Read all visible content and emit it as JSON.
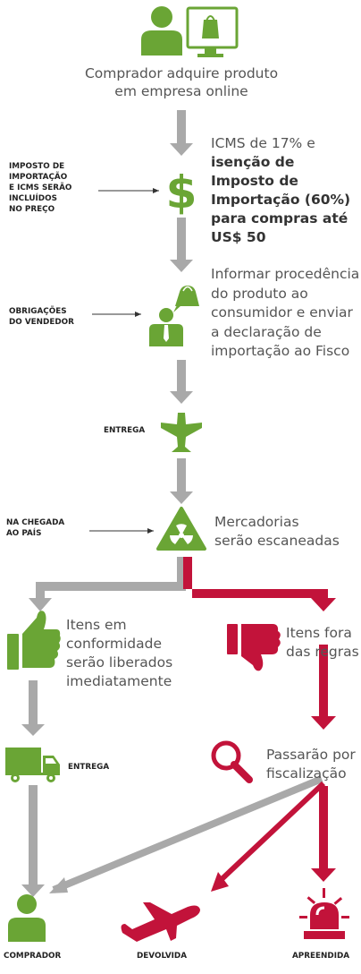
{
  "colors": {
    "green": "#6aa535",
    "red": "#c2133a",
    "gray": "#a9a9a9",
    "arrow_dark": "#333333"
  },
  "steps": {
    "start": {
      "lines": [
        "Comprador adquire produto",
        "em empresa online"
      ]
    },
    "icms": {
      "line1": "ICMS de 17% e",
      "bold_lines": [
        "isenção de",
        "Imposto de",
        "Importação (60%)",
        "para compras até",
        "US$ 50"
      ]
    },
    "seller": {
      "lines": [
        "Informar procedência",
        "do produto ao",
        "consumidor e enviar",
        "a declaração de",
        "importação ao Fisco"
      ]
    },
    "arrival": {
      "lines": [
        "Mercadorias",
        "serão escaneadas"
      ]
    },
    "ok_items": {
      "lines": [
        "Itens em",
        "conformidade",
        "serão liberados",
        "imediatamente"
      ]
    },
    "bad_items": {
      "lines": [
        "Itens fora",
        "das regras"
      ]
    },
    "inspection": {
      "lines": [
        "Passarão por",
        "fiscalização"
      ]
    }
  },
  "side_labels": {
    "tax": [
      "IMPOSTO DE",
      "IMPORTAÇÃO",
      "E ICMS SERÃO",
      "INCLUÍDOS",
      "NO PREÇO"
    ],
    "seller": [
      "OBRIGAÇÕES",
      "DO VENDEDOR"
    ],
    "delivery": "ENTREGA",
    "arrival": [
      "NA CHEGADA",
      "AO PAÍS"
    ],
    "truck_delivery": "ENTREGA"
  },
  "outcomes": {
    "buyer": "COMPRADOR",
    "returned": "DEVOLVIDA",
    "seized": "APREENDIDA"
  },
  "icons": [
    "person-icon",
    "monitor-shopping-icon",
    "dollar-icon",
    "seller-icon",
    "plane-icon",
    "radiation-icon",
    "thumbs-up-icon",
    "thumbs-down-icon",
    "truck-icon",
    "magnifier-icon",
    "plane-departing-icon",
    "siren-icon"
  ]
}
